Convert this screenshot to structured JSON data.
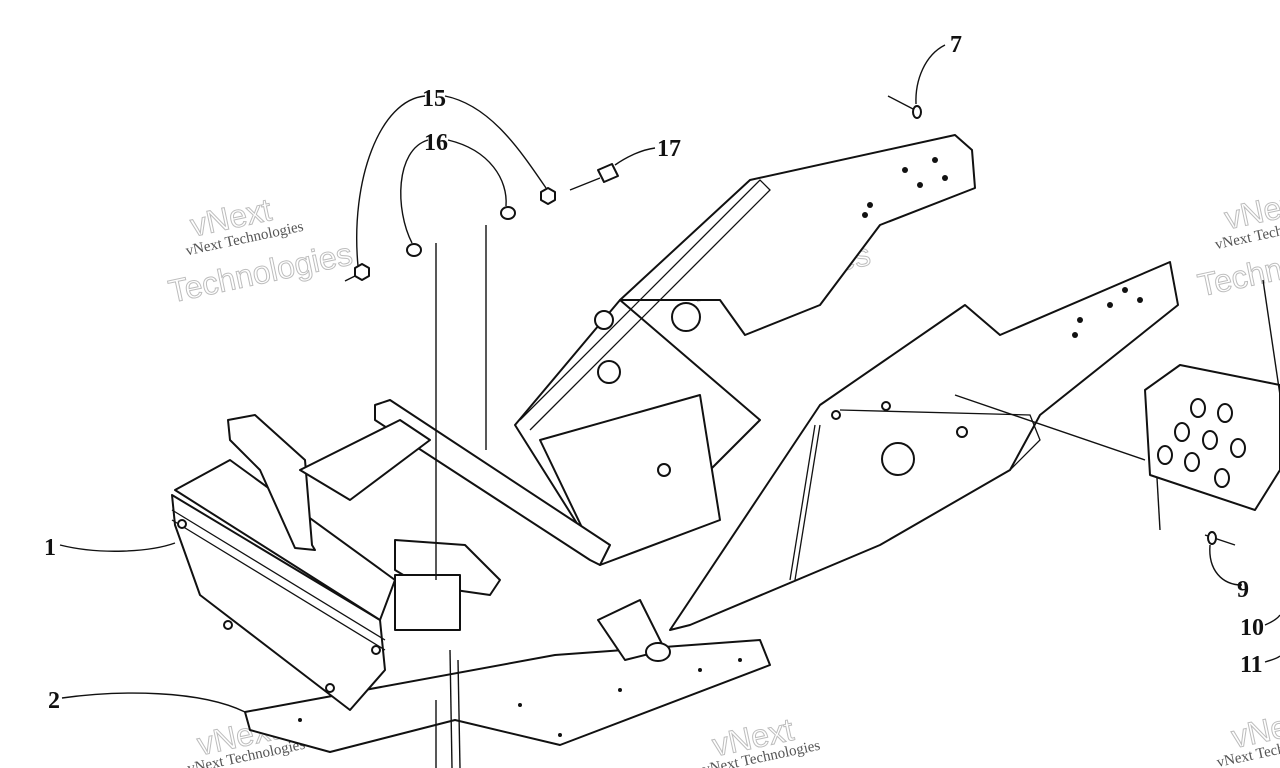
{
  "diagram": {
    "callouts": [
      {
        "id": "c1",
        "label": "1"
      },
      {
        "id": "c2",
        "label": "2"
      },
      {
        "id": "c7",
        "label": "7"
      },
      {
        "id": "c9",
        "label": "9"
      },
      {
        "id": "c10",
        "label": "10"
      },
      {
        "id": "c11",
        "label": "11"
      },
      {
        "id": "c15",
        "label": "15"
      },
      {
        "id": "c16",
        "label": "16"
      },
      {
        "id": "c17",
        "label": "17"
      }
    ],
    "watermark": {
      "brand": "vNext",
      "line": "vNext Technologies",
      "word": "Technologies"
    }
  }
}
